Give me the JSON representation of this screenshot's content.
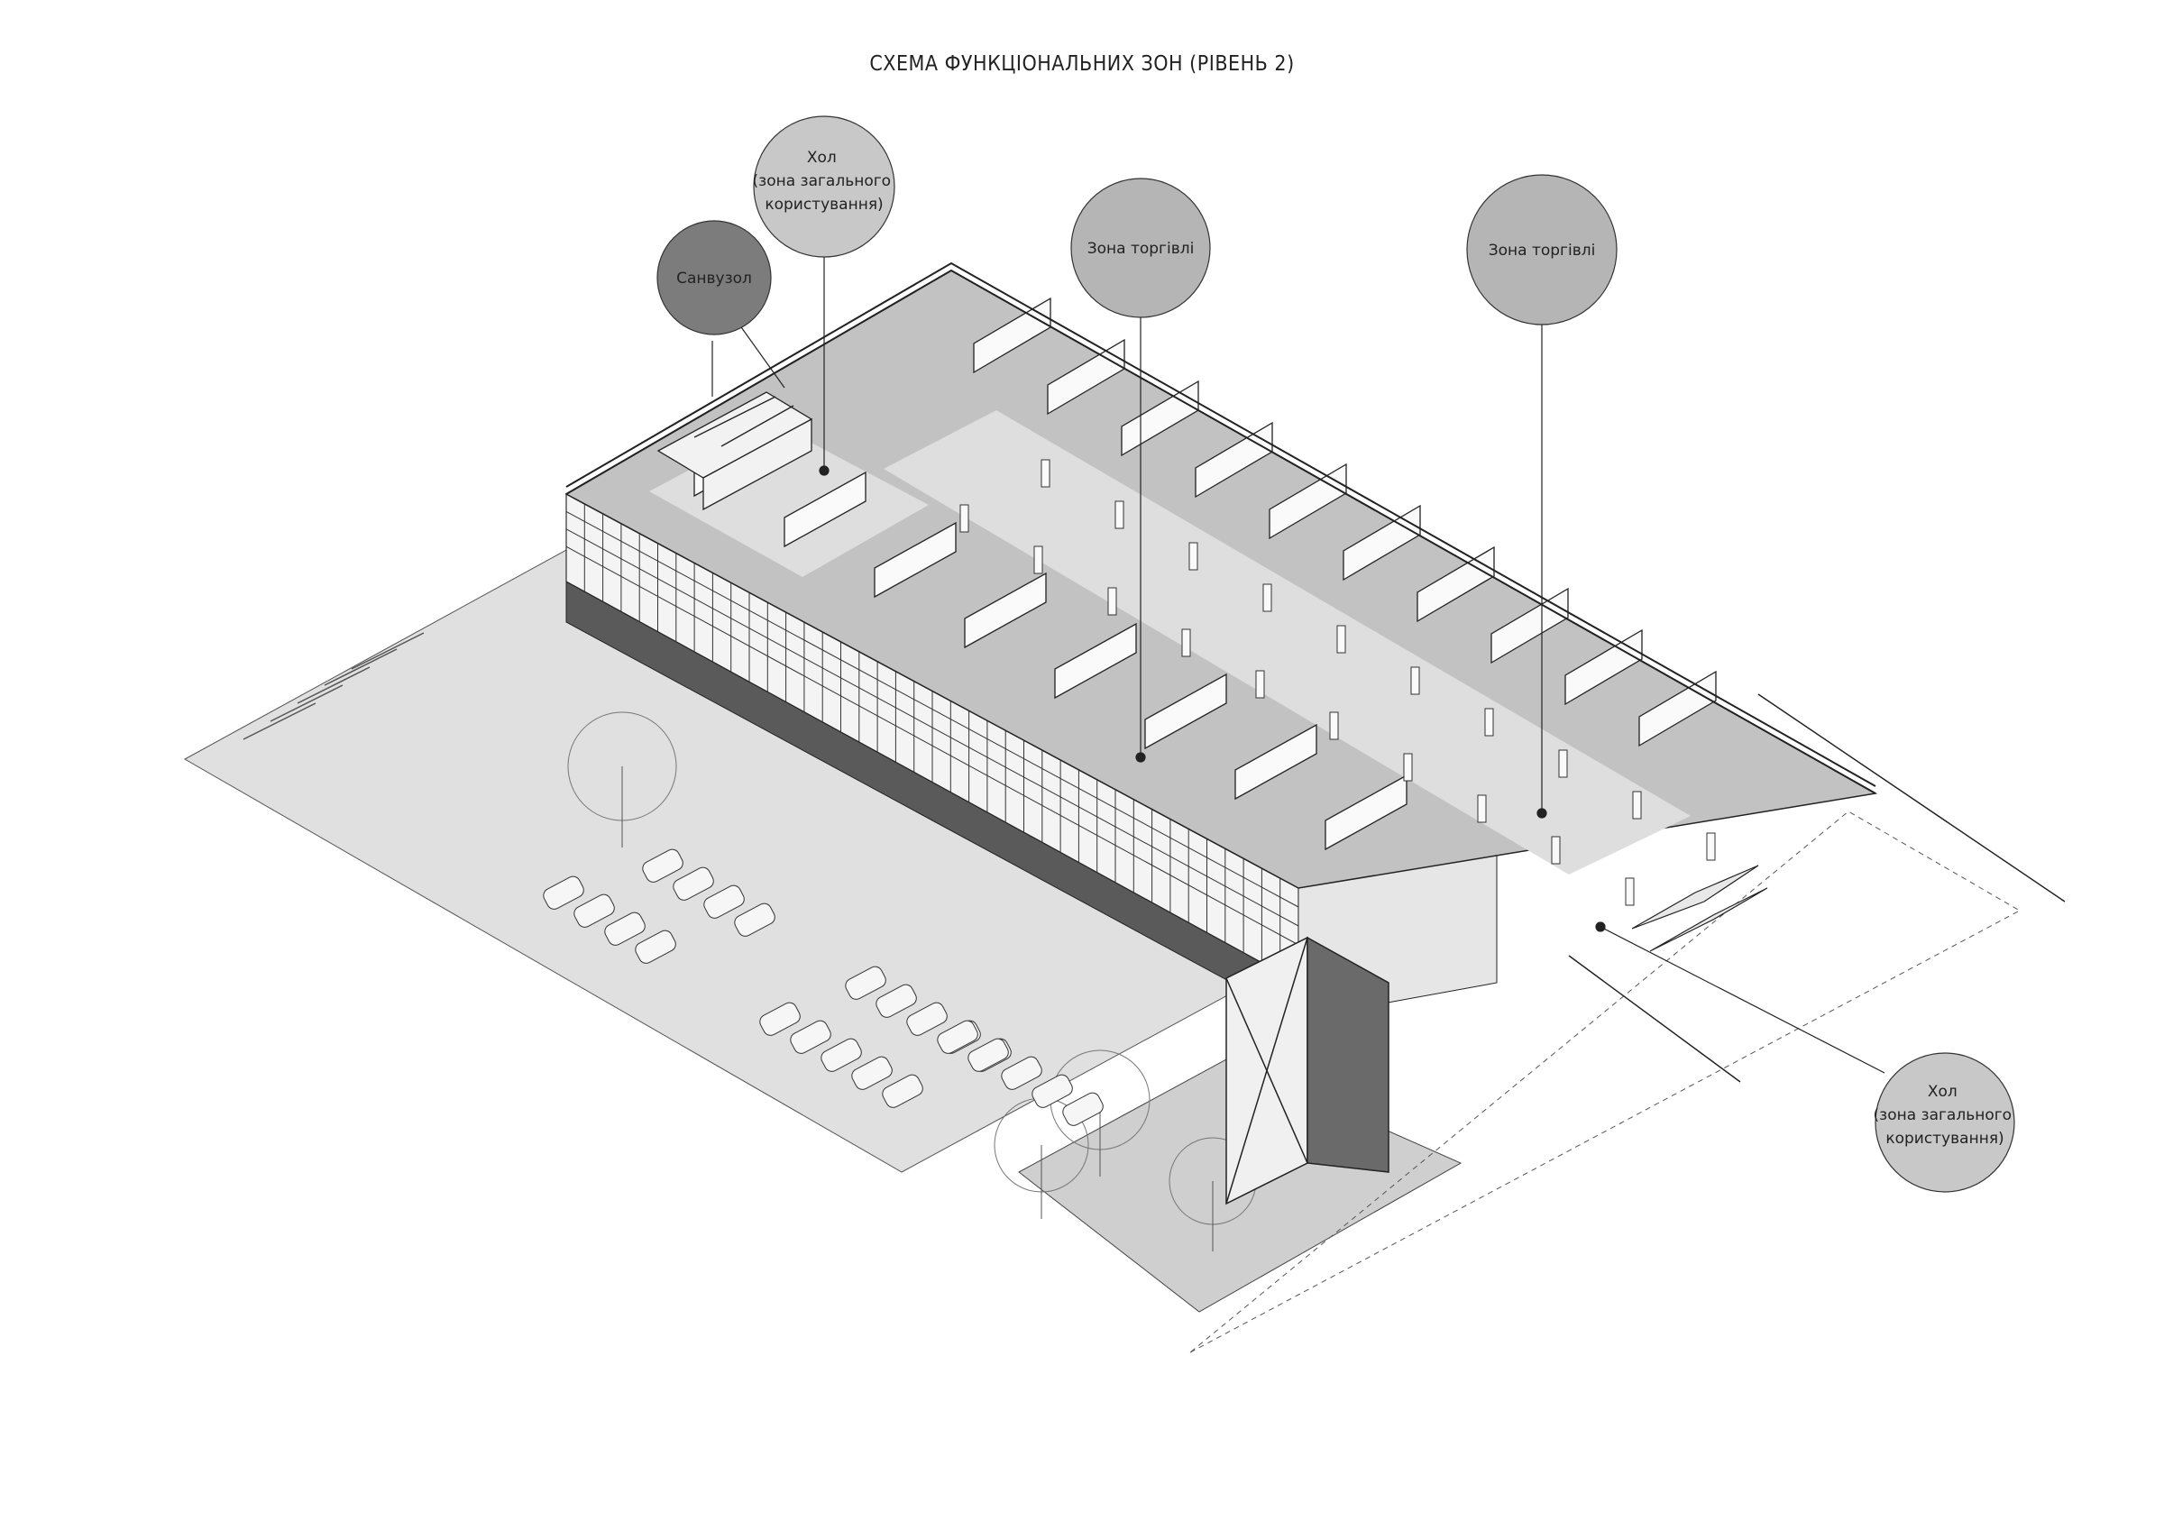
{
  "title": "СХЕМА ФУНКЦІОНАЛЬНИХ ЗОН (РІВЕНЬ 2)",
  "colors": {
    "floor_dark": "#b9b9b9",
    "floor_light": "#d4d4d4",
    "ground": "#dedede",
    "facade_dark": "#585858",
    "bubble_light": "#c8c8c8",
    "bubble_mid": "#b5b5b5",
    "bubble_dark": "#7c7c7c",
    "line": "#222222"
  },
  "zones": [
    {
      "id": "sanvuzol",
      "lines": [
        "Санвузол"
      ]
    },
    {
      "id": "hol-top",
      "lines": [
        "Хол",
        "(зона загального",
        "користування)"
      ]
    },
    {
      "id": "torhivlia-1",
      "lines": [
        "Зона торгівлі"
      ]
    },
    {
      "id": "torhivlia-2",
      "lines": [
        "Зона торгівлі"
      ]
    },
    {
      "id": "hol-bottom",
      "lines": [
        "Хол",
        "(зона загального",
        "користування)"
      ]
    }
  ]
}
